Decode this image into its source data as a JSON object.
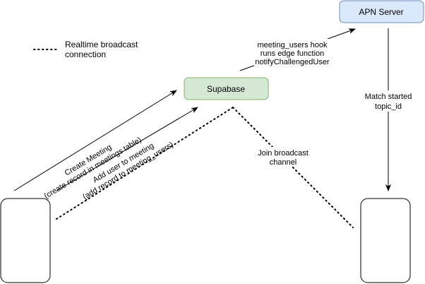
{
  "legend": {
    "line1": "Realtime broadcast",
    "line2": "connection"
  },
  "nodes": {
    "apn_server": "APN Server",
    "supabase": "Supabase"
  },
  "edges": {
    "create_meeting": {
      "line1": "Create Meeting",
      "line2": "(create record in meetings table)"
    },
    "add_user": {
      "line1": "Add user to meeting",
      "line2": "(add record to meeting_users)"
    },
    "hook": {
      "line1": "meeting_users hook",
      "line2": "runs edge function",
      "line3": "notifyChallengedUser"
    },
    "match_started": {
      "line1": "Match started",
      "line2": "topic_id"
    },
    "join_broadcast": {
      "line1": "Join broadcast",
      "line2": "channel"
    }
  },
  "colors": {
    "apn_fill": "#dae8fc",
    "apn_stroke": "#6c8ebf",
    "supabase_fill": "#d5e8d4",
    "supabase_stroke": "#82b366",
    "line": "#000000"
  }
}
